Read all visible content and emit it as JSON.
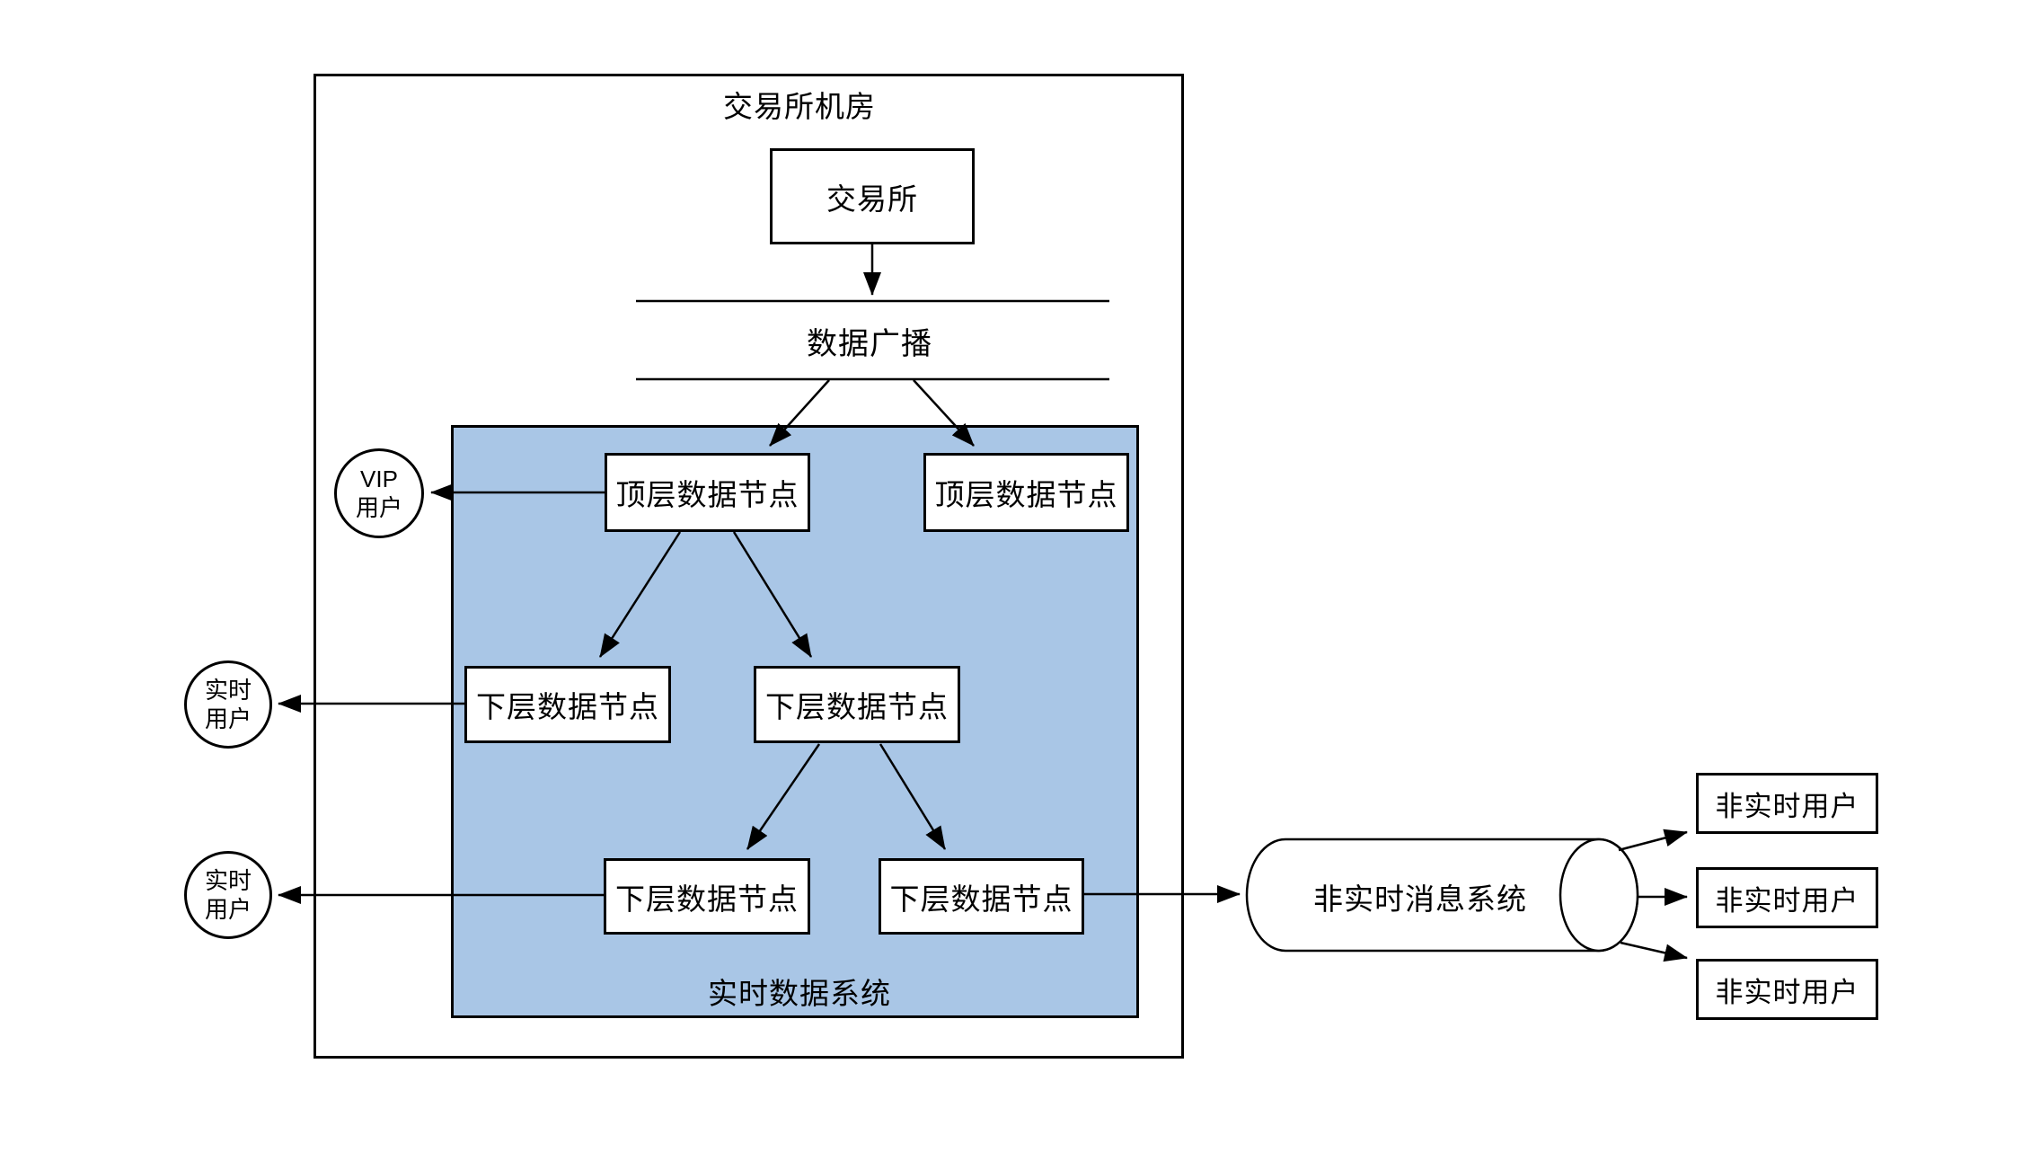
{
  "colors": {
    "stroke": "#000000",
    "realtime_system_fill": "#a9c6e6",
    "node_fill": "#ffffff"
  },
  "diagram": {
    "machine_room": {
      "label": "交易所机房"
    },
    "exchange": {
      "label": "交易所"
    },
    "data_broadcast": {
      "label": "数据广播"
    },
    "realtime_system": {
      "label": "实时数据系统"
    },
    "top_node_left": {
      "label": "顶层数据节点"
    },
    "top_node_right": {
      "label": "顶层数据节点"
    },
    "lower_node_left": {
      "label": "下层数据节点"
    },
    "lower_node_mid": {
      "label": "下层数据节点"
    },
    "lower_node_bottom_left": {
      "label": "下层数据节点"
    },
    "lower_node_bottom_right": {
      "label": "下层数据节点"
    },
    "vip_user": {
      "line1": "VIP",
      "line2": "用户"
    },
    "realtime_user_upper": {
      "line1": "实时",
      "line2": "用户"
    },
    "realtime_user_lower": {
      "line1": "实时",
      "line2": "用户"
    },
    "message_system": {
      "label": "非实时消息系统"
    },
    "non_realtime_user_1": {
      "label": "非实时用户"
    },
    "non_realtime_user_2": {
      "label": "非实时用户"
    },
    "non_realtime_user_3": {
      "label": "非实时用户"
    }
  }
}
